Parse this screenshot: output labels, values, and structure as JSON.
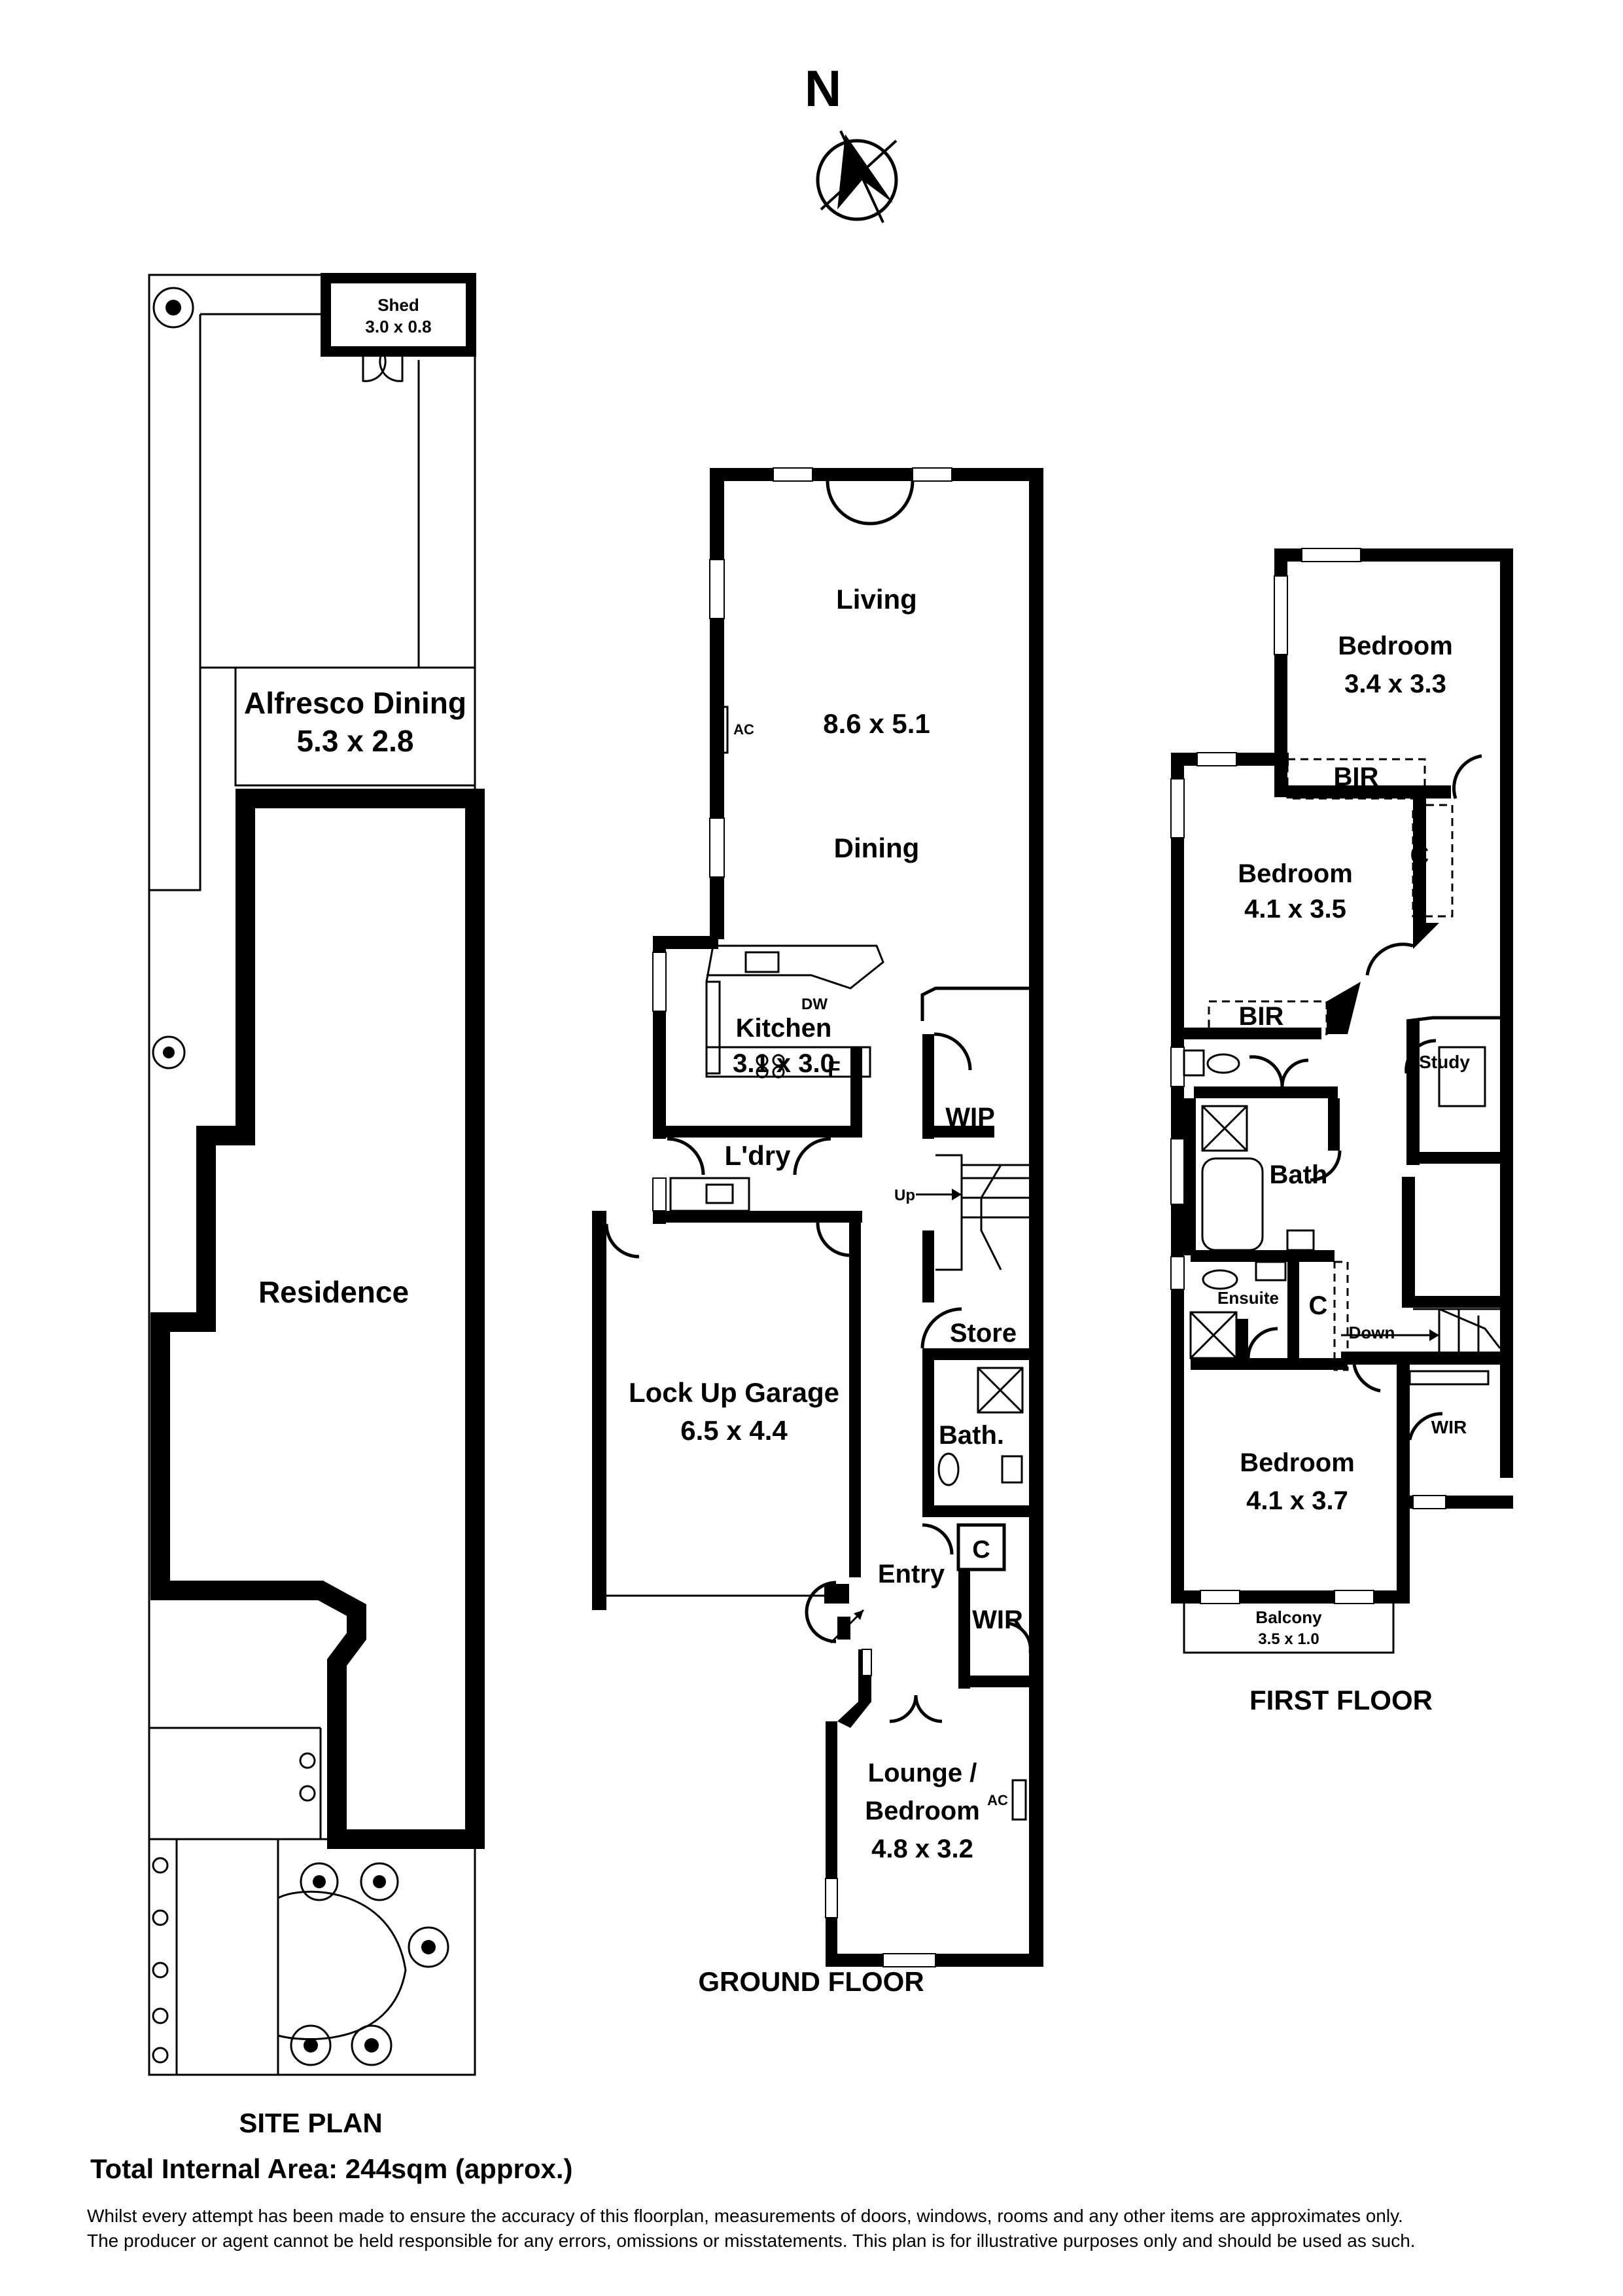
{
  "compass": {
    "label": "N"
  },
  "site_plan": {
    "caption": "SITE PLAN",
    "shed": {
      "name": "Shed",
      "size": "3.0 x 0.8"
    },
    "alfresco": {
      "name": "Alfresco Dining",
      "size": "5.3 x 2.8"
    },
    "residence": {
      "name": "Residence"
    }
  },
  "ground_floor": {
    "caption": "GROUND FLOOR",
    "living": {
      "name": "Living",
      "size": "8.6 x 5.1",
      "dining": "Dining",
      "ac": "AC"
    },
    "kitchen": {
      "name": "Kitchen",
      "size": "3.1 x 3.0",
      "dw": "DW",
      "fridge": "F"
    },
    "laundry": {
      "name": "L'dry"
    },
    "wip": {
      "name": "WIP"
    },
    "stairs": {
      "label": "Up"
    },
    "store": {
      "name": "Store"
    },
    "garage": {
      "name": "Lock Up Garage",
      "size": "6.5 x 4.4"
    },
    "bath": {
      "name": "Bath."
    },
    "cupboard": {
      "name": "C"
    },
    "entry": {
      "name": "Entry"
    },
    "wir": {
      "name": "WIR"
    },
    "lounge": {
      "name1": "Lounge /",
      "name2": "Bedroom",
      "size": "4.8 x 3.2",
      "ac": "AC"
    }
  },
  "first_floor": {
    "caption": "FIRST FLOOR",
    "bedroom1": {
      "name": "Bedroom",
      "size": "3.4 x 3.3"
    },
    "bir1": {
      "name": "BIR"
    },
    "linen": {
      "name": "C"
    },
    "bedroom2": {
      "name": "Bedroom",
      "size": "4.1 x 3.5"
    },
    "bir2": {
      "name": "BIR"
    },
    "study": {
      "name": "Study"
    },
    "bath": {
      "name": "Bath"
    },
    "ensuite": {
      "name": "Ensuite"
    },
    "cupboard": {
      "name": "C"
    },
    "stairs": {
      "label": "Down"
    },
    "wir": {
      "name": "WIR"
    },
    "bedroom3": {
      "name": "Bedroom",
      "size": "4.1 x 3.7"
    },
    "balcony": {
      "name": "Balcony",
      "size": "3.5 x 1.0"
    }
  },
  "footer": {
    "total_area": "Total Internal Area: 244sqm (approx.)",
    "disclaimer1": "Whilst every attempt has been made to ensure the accuracy of this floorplan, measurements of doors, windows, rooms and any other items are approximates only.",
    "disclaimer2": "The producer or agent cannot be held responsible for any errors, omissions or misstatements. This plan is for illustrative purposes only and should be used as such."
  }
}
